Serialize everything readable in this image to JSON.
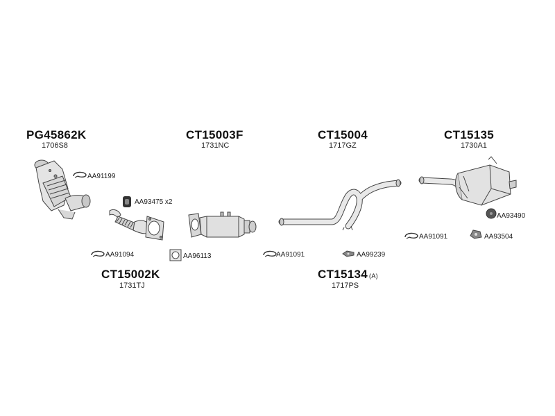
{
  "groups": [
    {
      "title": "PG45862K",
      "code": "1706S8"
    },
    {
      "title": "CT15003F",
      "code": "1731NC"
    },
    {
      "title": "CT15004",
      "code": "1717GZ"
    },
    {
      "title": "CT15135",
      "code": "1730A1"
    },
    {
      "title": "CT15002K",
      "code": "1731TJ"
    },
    {
      "title": "CT15134",
      "title_suffix": "(A)",
      "code": "1717PS"
    }
  ],
  "accessories": [
    {
      "code": "AA91199"
    },
    {
      "code": "AA93475 x2"
    },
    {
      "code": "AA91094"
    },
    {
      "code": "AA96113"
    },
    {
      "code": "AA91091"
    },
    {
      "code": "AA99239"
    },
    {
      "code": "AA93490"
    },
    {
      "code": "AA91091"
    },
    {
      "code": "AA93504"
    }
  ]
}
